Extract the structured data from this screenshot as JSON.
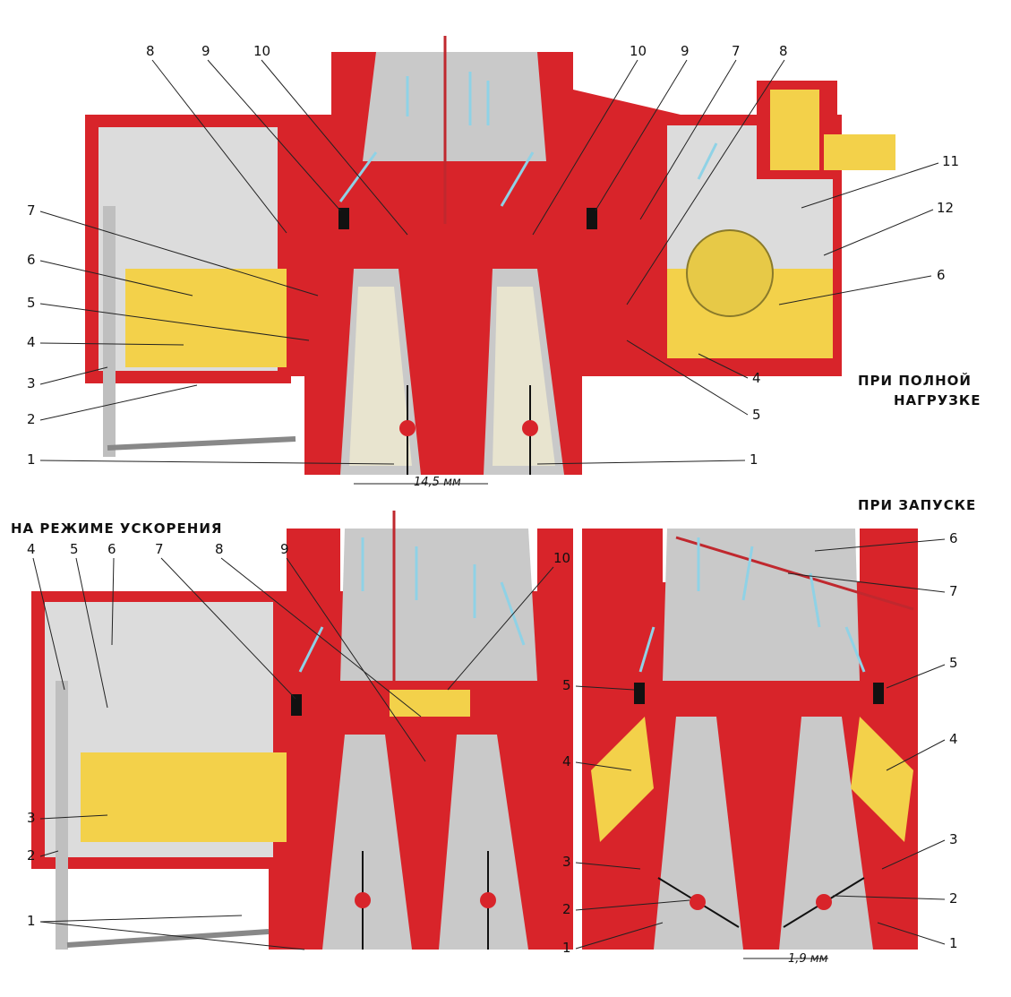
{
  "panels": {
    "full_load": {
      "title_line1": "ПРИ ПОЛНОЙ",
      "title_line2": "НАГРУЗКЕ",
      "dimension": "14,5 мм",
      "callouts": [
        "8",
        "9",
        "10",
        "10",
        "9",
        "7",
        "8",
        "11",
        "12",
        "7",
        "6",
        "5",
        "4",
        "3",
        "2",
        "1",
        "1",
        "6",
        "4",
        "5"
      ]
    },
    "acceleration": {
      "title": "НА РЕЖИМЕ УСКОРЕНИЯ",
      "callouts": [
        "4",
        "5",
        "6",
        "7",
        "8",
        "9",
        "10",
        "3",
        "2",
        "1"
      ]
    },
    "start": {
      "title": "ПРИ ЗАПУСКЕ",
      "dimension": "1,9 мм",
      "callouts": [
        "6",
        "7",
        "5",
        "5",
        "4",
        "4",
        "3",
        "3",
        "2",
        "2",
        "1",
        "1"
      ]
    }
  },
  "colors": {
    "body": "#d8242a",
    "fuel": "#f3d14a",
    "air": "#8fd2e6",
    "casting": "#c9c9c9"
  }
}
